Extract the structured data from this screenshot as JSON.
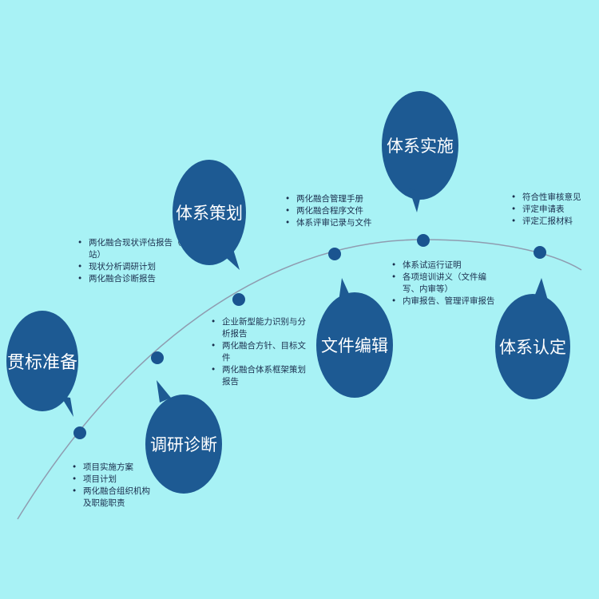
{
  "colors": {
    "background": "#a8f2f5",
    "bubble": "#1d5a93",
    "dot": "#1a5490",
    "curve": "#8f9cb0",
    "text": "#1b2f4e"
  },
  "stages": [
    {
      "title": "贯标准备",
      "items": [
        "项目实施方案",
        "项目计划",
        "两化融合组织机构及职能职责"
      ]
    },
    {
      "title": "调研诊断",
      "items": [
        "两化融合现状评估报告（网站）",
        "现状分析调研计划",
        "两化融合诊断报告"
      ]
    },
    {
      "title": "体系策划",
      "items": [
        "企业新型能力识别与分析报告",
        "两化融合方针、目标文件",
        "两化融合体系框架策划报告"
      ]
    },
    {
      "title": "文件编辑",
      "items": [
        "两化融合管理手册",
        "两化融合程序文件",
        "体系评审记录与文件"
      ]
    },
    {
      "title": "体系实施",
      "items": [
        "体系试运行证明",
        "各项培训讲义（文件编写、内审等）",
        "内审报告、管理评审报告"
      ]
    },
    {
      "title": "体系认定",
      "items": [
        "符合性审核意见",
        "评定申请表",
        "评定汇报材料"
      ]
    }
  ]
}
